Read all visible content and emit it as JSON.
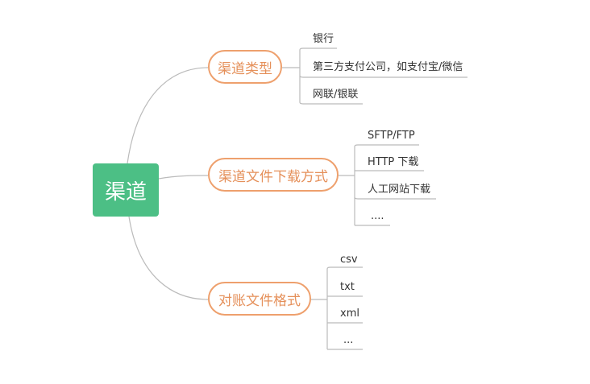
{
  "root": {
    "label": "渠道",
    "color": "#4cbf85"
  },
  "branches": [
    {
      "label": "渠道类型",
      "children": [
        "银行",
        "第三方支付公司，如支付宝/微信",
        "网联/银联"
      ]
    },
    {
      "label": "渠道文件下载方式",
      "children": [
        "SFTP/FTP",
        "HTTP 下载",
        "人工网站下载",
        "...."
      ]
    },
    {
      "label": "对账文件格式",
      "children": [
        "csv",
        "txt",
        "xml",
        "..."
      ]
    }
  ],
  "colors": {
    "branch_border": "#eea06d",
    "branch_text": "#e5905a",
    "connector": "#bbbbbb",
    "leaf_text": "#333333"
  }
}
